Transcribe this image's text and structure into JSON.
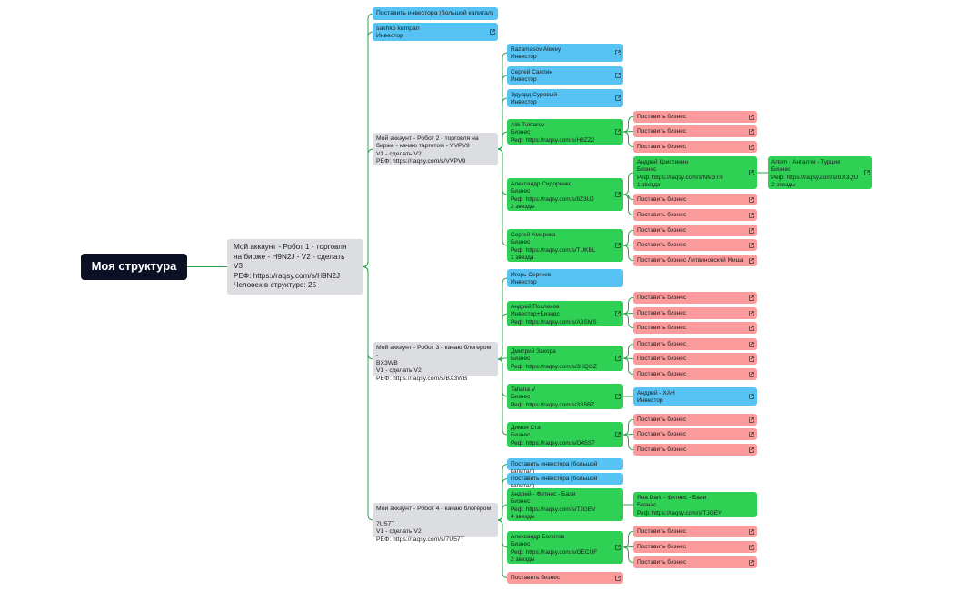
{
  "colors": {
    "wire": "#30a24e",
    "blue": "#56c3f4",
    "green": "#2ed154",
    "pink": "#fb9b9b",
    "gray": "#dcdde1",
    "root": "#0b1024"
  },
  "icons": {
    "link": "external-link-icon"
  },
  "nodes": {
    "root": {
      "text": "Моя структура"
    },
    "main": {
      "text": "Мой аккаунт - Робот 1 - торговля\nна бирже - H9N2J - V2 - сделать\nV3\nРЕФ: https://raqsy.com/s/H9N2J\nЧеловек в структуре: 25"
    },
    "top1": {
      "text": "Поставить инвестора (большой капитал)"
    },
    "top2": {
      "text": "sashko kumpan\nИнвестор"
    },
    "r2": {
      "text": "Мой аккаунт - Робот 2 - торговля на\nбирже - качаю таргетом - VVPV9\nV1 - сделать V2\nРЕФ:  https://raqsy.com/s/VVPV9"
    },
    "r3": {
      "text": "Мой аккаунт - Робот 3 - качаю блогером -\nBX3WB\nV1 - сделать V2\nРЕФ: https://raqsy.com/s/BX3WB"
    },
    "r4": {
      "text": "Мой аккаунт - Робот 4 - качаю блогером -\n7U57T\nV1 - сделать V2\nРЕФ: https://raqsy.com/s/7U57T"
    },
    "r2a": {
      "text": "Razamasov Alexey\nИнвестор"
    },
    "r2b": {
      "text": "Сергей Саяпин\nИнвестор"
    },
    "r2c": {
      "text": "Эдуард Суровый\nИнвестор"
    },
    "r2d": {
      "text": "Alik Tuktarov\nБизнес\nРеф: https://raqsy.com/s/H8ZZ2"
    },
    "r2e": {
      "text": "Александр Сидоренко\nБизнес\nРеф: https://raqsy.com/s/8Z3UJ\n2 звезды"
    },
    "r2f": {
      "text": "Сергей Америка\nБизнес\nРеф: https://raqsy.com/s/TUKBL\n1 звезда"
    },
    "r2d1": {
      "text": "Поставить бизнес"
    },
    "r2d2": {
      "text": "Поставить бизнес"
    },
    "r2d3": {
      "text": "Поставить бизнес"
    },
    "r2e1": {
      "text": "Андрей Кристинин\nБизнес\nРеф: https://raqsy.com/s/NM3TR\n1 звезда"
    },
    "r2e2": {
      "text": "Поставить бизнес"
    },
    "r2e3": {
      "text": "Поставить бизнес"
    },
    "r2e1a": {
      "text": "Artem - Анталия - Турция\nБизнес\nРеф: https://raqsy.com/s/GX3QU\n2 звезды"
    },
    "r2f1": {
      "text": "Поставить бизнес"
    },
    "r2f2": {
      "text": "Поставить бизнес"
    },
    "r2f3": {
      "text": "Поставить бизнес Литвиновский Миша"
    },
    "r3a": {
      "text": "Игорь Сергеев\nИнвестор"
    },
    "r3b": {
      "text": "Андрей Послехов\nИнвестор+Бизнес\nРеф: https://raqsy.com/s/A3SMS"
    },
    "r3c": {
      "text": "Дмитрий Захора\nБизнес\nРеф: https://raqsy.com/s/3HQGZ"
    },
    "r3d": {
      "text": "Tatiana V\nБизнес\nРеф: https://raqsy.com/s/3S5BZ"
    },
    "r3e": {
      "text": "Димон Ста\nБизнес\nРеф: https://raqsy.com/s/O45S7"
    },
    "r3b1": {
      "text": "Поставить бизнес"
    },
    "r3b2": {
      "text": "Поставить бизнес"
    },
    "r3b3": {
      "text": "Поставить бизнес"
    },
    "r3c1": {
      "text": "Поставить бизнес"
    },
    "r3c2": {
      "text": "Поставить бизнес"
    },
    "r3c3": {
      "text": "Поставить бизнес"
    },
    "r3d1": {
      "text": "Андрей - ХАН\nИнвестор"
    },
    "r3e1": {
      "text": "Поставить бизнес"
    },
    "r3e2": {
      "text": "Поставить бизнес"
    },
    "r3e3": {
      "text": "Поставить бизнес"
    },
    "r4a": {
      "text": "Поставить инвестора (большой капитал)"
    },
    "r4b": {
      "text": "Поставить инвестора (большой капитал)"
    },
    "r4c": {
      "text": "Андрей - Фитнес - Бали\nБизнес\nРеф: https://raqsy.com/s/TJGEV\n4 звезды"
    },
    "r4d": {
      "text": "Александр Болотов\nБизнес\nРеф: https://raqsy.com/s/GECUF\n2 звезды"
    },
    "r4e": {
      "text": "Поставить бизнес"
    },
    "r4c1": {
      "text": "Яна Dark - Фитнес - Бали\nБизнес\nРеф: https://raqsy.com/s/TJGEV"
    },
    "r4d1": {
      "text": "Поставить бизнес"
    },
    "r4d2": {
      "text": "Поставить бизнес"
    },
    "r4d3": {
      "text": "Поставить бизнес"
    }
  }
}
